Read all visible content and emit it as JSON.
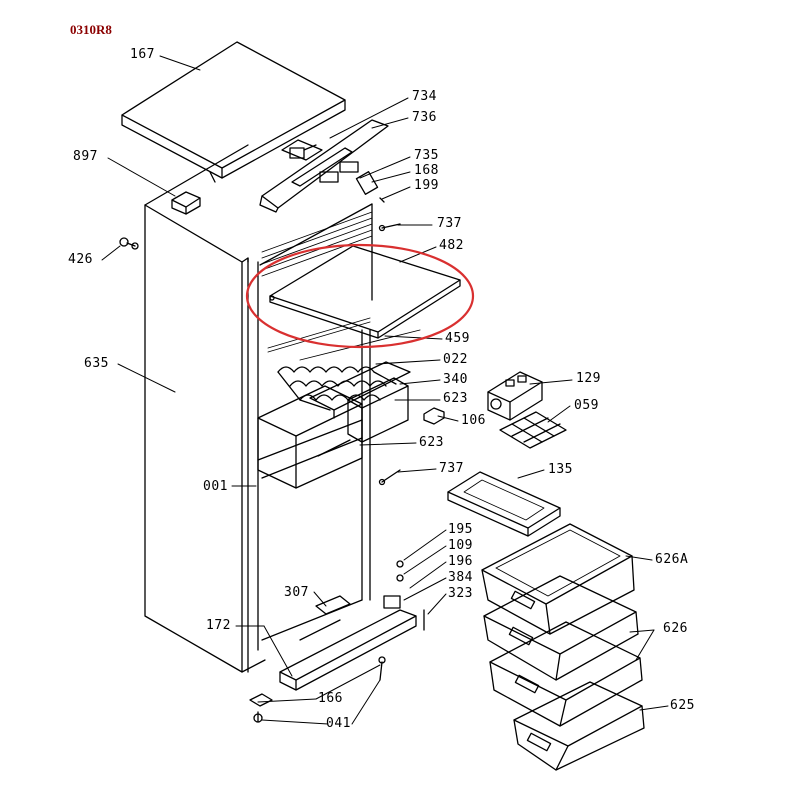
{
  "diagram_code": "0310R8",
  "highlight_color": "#d93030",
  "line_color": "#000000",
  "part_labels": {
    "p167": "167",
    "p734": "734",
    "p736": "736",
    "p897": "897",
    "p735": "735",
    "p168": "168",
    "p199": "199",
    "p737a": "737",
    "p426": "426",
    "p482": "482",
    "p635": "635",
    "p459": "459",
    "p022": "022",
    "p340": "340",
    "p129": "129",
    "p623a": "623",
    "p059": "059",
    "p106": "106",
    "p623b": "623",
    "p737b": "737",
    "p135": "135",
    "p001": "001",
    "p195": "195",
    "p109": "109",
    "p196": "196",
    "p626a": "626A",
    "p384": "384",
    "p307": "307",
    "p323": "323",
    "p172": "172",
    "p626": "626",
    "p166": "166",
    "p625": "625",
    "p041": "041"
  }
}
